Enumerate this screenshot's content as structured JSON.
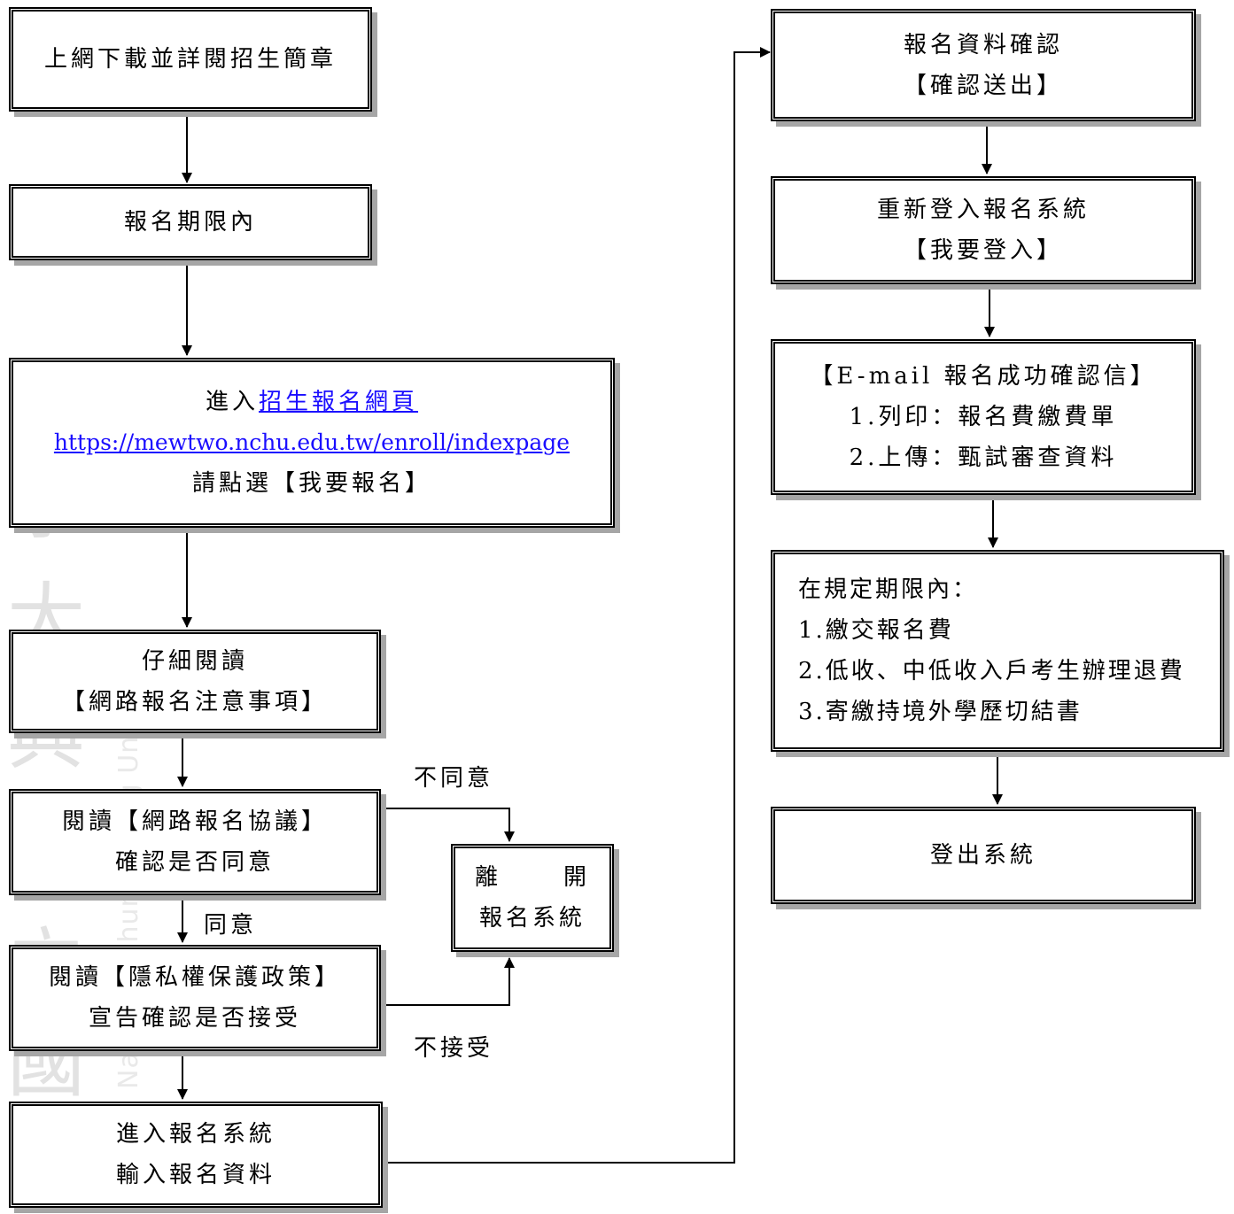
{
  "watermark": {
    "seal_chars": [
      "國",
      "立",
      "中",
      "興",
      "大",
      "學"
    ],
    "text": "National Chung Hsing University"
  },
  "steps": {
    "download": "上網下載並詳閱招生簡章",
    "period": "報名期限內",
    "enter_page": {
      "prefix": "進入",
      "link_text": "招生報名網頁",
      "url": "https://mewtwo.nchu.edu.tw/enroll/indexpage",
      "action": "請點選【我要報名】"
    },
    "read_notes": {
      "line1": "仔細閱讀",
      "line2": "【網路報名注意事項】"
    },
    "agreement": {
      "line1": "閱讀【網路報名協議】",
      "line2": "確認是否同意"
    },
    "privacy": {
      "line1": "閱讀【隱私權保護政策】",
      "line2": "宣告確認是否接受"
    },
    "enter_system": {
      "line1": "進入報名系統",
      "line2": "輸入報名資料"
    },
    "leave": {
      "line1_a": "離",
      "line1_b": "開",
      "line2": "報名系統"
    },
    "confirm": {
      "line1": "報名資料確認",
      "line2": "【確認送出】"
    },
    "relogin": {
      "line1": "重新登入報名系統",
      "line2": "【我要登入】"
    },
    "email": {
      "line1": "【E-mail 報名成功確認信】",
      "line2": "1.列印：報名費繳費單",
      "line3": "2.上傳：甄試審查資料"
    },
    "deadline": {
      "title": "在規定期限內：",
      "items": [
        "1.繳交報名費",
        "2.低收、中低收入戶考生辦理退費",
        "3.寄繳持境外學歷切結書"
      ]
    },
    "logout": "登出系統"
  },
  "labels": {
    "disagree": "不同意",
    "agree": "同意",
    "not_accept": "不接受"
  }
}
